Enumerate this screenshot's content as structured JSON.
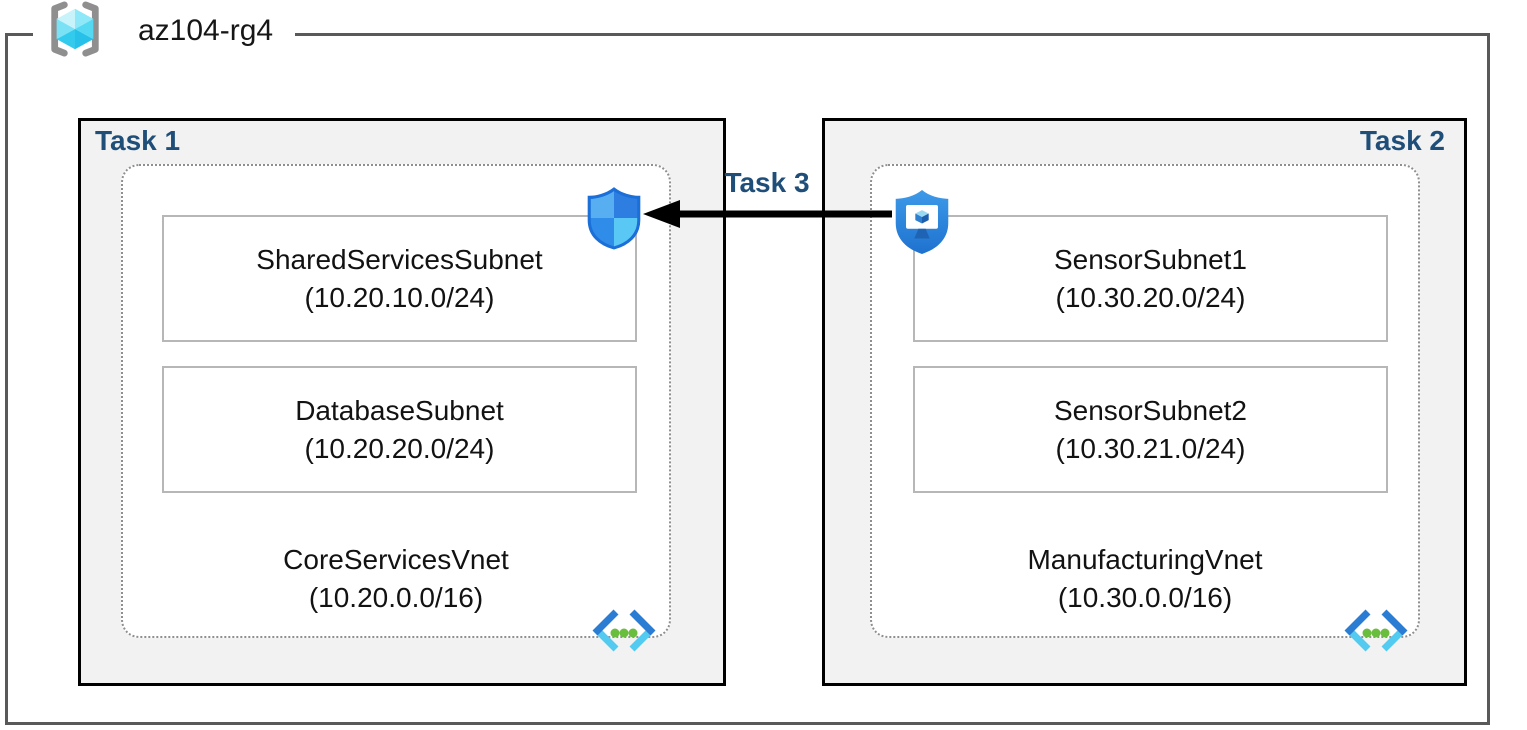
{
  "resource_group": {
    "name": "az104-rg4",
    "icon": "resource-group-icon"
  },
  "tasks": [
    {
      "label": "Task 1",
      "attached_icon": "network-security-group-shield-icon",
      "vnet": {
        "name": "CoreServicesVnet",
        "cidr": "(10.20.0.0/16)",
        "icon": "virtual-network-icon",
        "subnets": [
          {
            "name": "SharedServicesSubnet",
            "cidr": "(10.20.10.0/24)"
          },
          {
            "name": "DatabaseSubnet",
            "cidr": "(10.20.20.0/24)"
          }
        ]
      }
    },
    {
      "label": "Task 2",
      "attached_icon": "bastion-shield-icon",
      "vnet": {
        "name": "ManufacturingVnet",
        "cidr": "(10.30.0.0/16)",
        "icon": "virtual-network-icon",
        "subnets": [
          {
            "name": "SensorSubnet1",
            "cidr": "(10.30.20.0/24)"
          },
          {
            "name": "SensorSubnet2",
            "cidr": "(10.30.21.0/24)"
          }
        ]
      }
    }
  ],
  "connection": {
    "label": "Task 3",
    "direction": "right-to-left",
    "from_icon": "bastion-shield-icon",
    "to_icon": "network-security-group-shield-icon"
  },
  "colors": {
    "task_label": "#1f4e79",
    "task_box_fill": "#f2f2f2",
    "task_box_border": "#000000",
    "rg_border": "#595959",
    "vnet_dotted_border": "#8f8f8f",
    "subnet_border": "#b7b7b7",
    "arrow": "#000000",
    "vnet_icon_blue": "#2b7cd3",
    "vnet_icon_cyan": "#53cbf1",
    "vnet_icon_green": "#6abe3e",
    "nsg_outline": "#1b6fd8",
    "bastion_fill": "#2e87de",
    "rg_cube_cyan": "#55d9f3",
    "rg_bracket_gray": "#8f8f8f"
  }
}
